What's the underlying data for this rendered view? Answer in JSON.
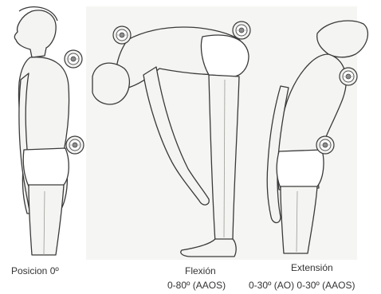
{
  "captions": {
    "neutral": "Posicion 0º",
    "flexion": "Flexión",
    "flexion_range": "0-80º (AAOS)",
    "extension": "Extensión",
    "extension_range": "0-30º (AO)  0-30º (AAOS)"
  },
  "figures": [
    {
      "name": "neutral-standing-figure",
      "markers": 2
    },
    {
      "name": "forward-flexion-figure",
      "markers": 2
    },
    {
      "name": "backward-extension-figure",
      "markers": 2
    }
  ],
  "colors": {
    "outline": "#3a3a3a",
    "skin": "#f4f4f2",
    "shade": "#d9d9d6",
    "backdrop": "#ececea",
    "text": "#333333"
  }
}
